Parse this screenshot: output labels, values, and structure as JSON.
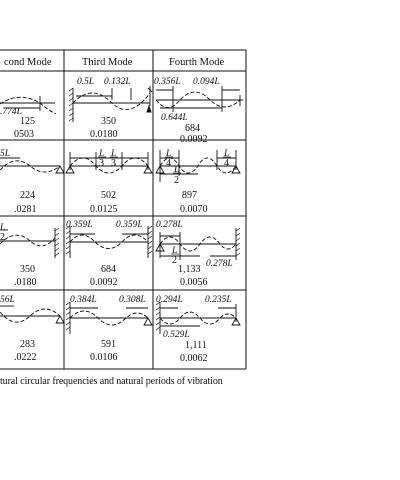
{
  "table": {
    "headers": [
      "cond Mode",
      "Third Mode",
      "Fourth Mode"
    ],
    "rows": [
      {
        "second": {
          "dims": [
            ".774L"
          ],
          "freq": "125",
          "period": "0503"
        },
        "third": {
          "dims": [
            "0.5L",
            "0.132L"
          ],
          "freq": "350",
          "period": "0.0180"
        },
        "fourth": {
          "dims": [
            "0.356L",
            "0.094L",
            "0.644L"
          ],
          "freq": "684",
          "period": "0.0092"
        }
      },
      {
        "second": {
          "dims": [
            "5L"
          ],
          "freq": "224",
          "period": ".0281"
        },
        "third": {
          "dims": [
            "L",
            "3",
            "L",
            "3"
          ],
          "freq": "502",
          "period": "0.0125"
        },
        "fourth": {
          "dims": [
            "L",
            "4",
            "L",
            "2",
            "L",
            "4"
          ],
          "freq": "897",
          "period": "0.0070"
        }
      },
      {
        "second": {
          "dims": [
            "L",
            "2"
          ],
          "freq": "350",
          "period": ".0180"
        },
        "third": {
          "dims": [
            "0.359L",
            "0.359L"
          ],
          "freq": "684",
          "period": "0.0092"
        },
        "fourth": {
          "dims": [
            "0.278L",
            "L",
            "2",
            "0.278L"
          ],
          "freq": "1,133",
          "period": "0.0056"
        }
      },
      {
        "second": {
          "dims": [
            "56L"
          ],
          "freq": "283",
          "period": ".0222"
        },
        "third": {
          "dims": [
            "0.384L",
            "0.308L"
          ],
          "freq": "591",
          "period": "0.0106"
        },
        "fourth": {
          "dims": [
            "0.294L",
            "0.235L",
            "0.529L"
          ],
          "freq": "1,111",
          "period": "0.0062"
        }
      }
    ]
  },
  "caption": "tural circular frequencies and natural periods of vibration"
}
